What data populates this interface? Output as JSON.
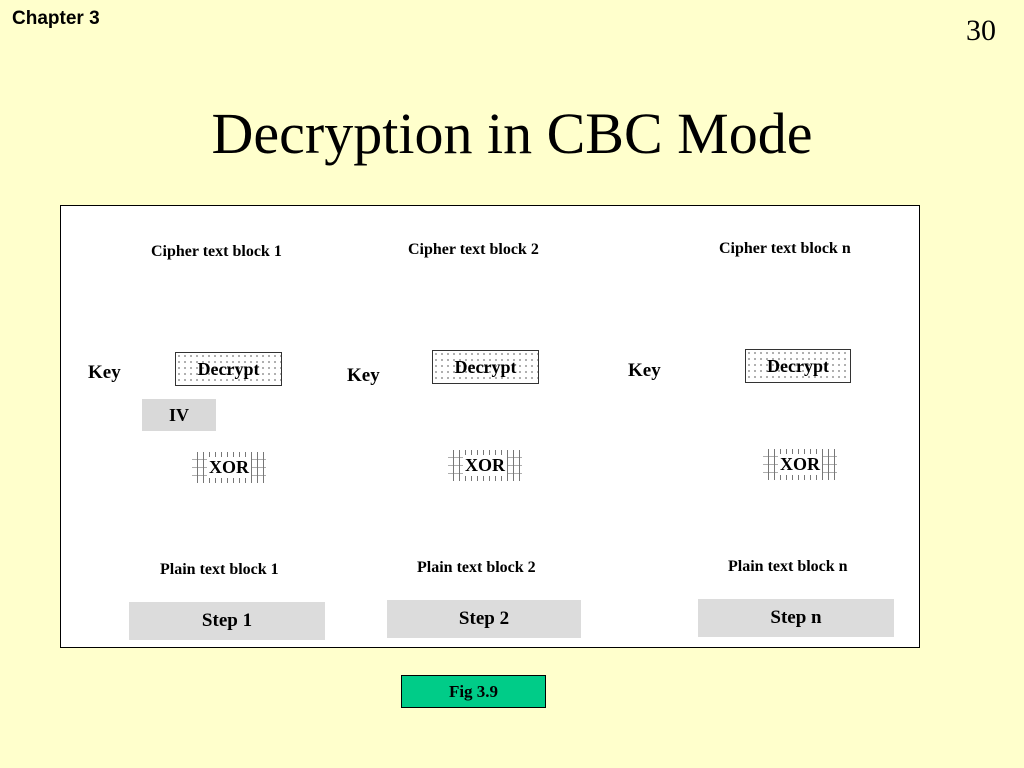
{
  "header": {
    "chapter": "Chapter 3",
    "page_number": "30"
  },
  "title": "Decryption in CBC Mode",
  "columns": [
    {
      "cipher_label": "Cipher text block 1",
      "key_label": "Key",
      "decrypt_label": "Decrypt",
      "iv_label": "IV",
      "xor_label": "XOR",
      "plain_label": "Plain text block 1",
      "step_label": "Step 1"
    },
    {
      "cipher_label": "Cipher text block 2",
      "key_label": "Key",
      "decrypt_label": "Decrypt",
      "xor_label": "XOR",
      "plain_label": "Plain text block 2",
      "step_label": "Step 2"
    },
    {
      "cipher_label": "Cipher text block n",
      "key_label": "Key",
      "decrypt_label": "Decrypt",
      "xor_label": "XOR",
      "plain_label": "Plain text block n",
      "step_label": "Step n"
    }
  ],
  "figure_caption": "Fig 3.9"
}
